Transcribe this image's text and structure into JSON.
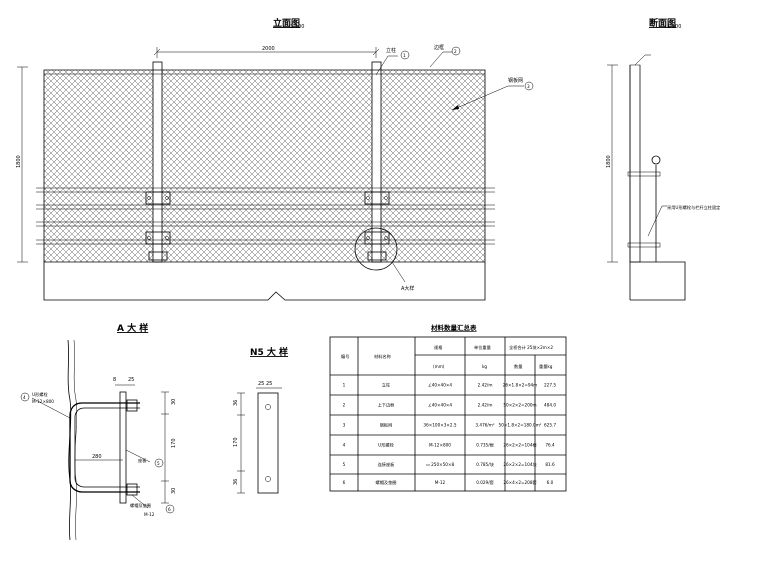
{
  "elevation": {
    "title": "立面图",
    "scale": "1:100",
    "dim_width": "2000",
    "dim_height": "1800",
    "callouts": [
      {
        "label": "立柱",
        "num": "1"
      },
      {
        "label": "边框",
        "num": "2"
      },
      {
        "label": "钢板网",
        "num": "3"
      }
    ],
    "detail_ref": "A大样"
  },
  "section": {
    "title": "断面图",
    "scale": "1:100",
    "dim_height": "1800",
    "note": "采用U形螺栓与栏杆立柱固定"
  },
  "detail_a": {
    "title": "A 大 样",
    "dims": {
      "d8": "8",
      "d25": "25",
      "d280": "280",
      "d30a": "30",
      "d170": "170",
      "d30b": "30"
    },
    "callout_bolt": {
      "num": "4",
      "label": "U形螺栓",
      "spec": "M-12×800"
    },
    "callout_plate": {
      "num": "5",
      "label": "座板"
    },
    "callout_nut": {
      "num": "6",
      "label": "螺帽及垫圈",
      "spec": "M-12"
    }
  },
  "detail_n5": {
    "title": "N5 大 样",
    "dims": {
      "top": "25 25",
      "d36a": "36",
      "d170": "170",
      "d36b": "36"
    }
  },
  "table": {
    "title": "材料数量汇总表",
    "headers": {
      "no": "编号",
      "name": "材料名称",
      "spec": "规格",
      "spec_unit": "(mm)",
      "unit_weight": "单位重量",
      "unit_weight_unit": "kg",
      "total": "全桥合计 25块×2m×2",
      "qty": "数量",
      "weight": "重量kg"
    },
    "rows": [
      {
        "no": "1",
        "name": "立柱",
        "spec": "∠40×40×4",
        "uw": "2.42/m",
        "qty": "26×1.8×2=94m",
        "w": "227.5"
      },
      {
        "no": "2",
        "name": "上下边框",
        "spec": "∠40×40×4",
        "uw": "2.42/m",
        "qty": "50×2×2=200m",
        "w": "484.0"
      },
      {
        "no": "3",
        "name": "钢板网",
        "spec": "36×100×3×2.5",
        "uw": "3.476/m²",
        "qty": "50×1.8×2=180.0m²",
        "w": "625.7"
      },
      {
        "no": "4",
        "name": "U形螺栓",
        "spec": "M-12×800",
        "uw": "0.735/根",
        "qty": "26×2×2=104根",
        "w": "76.4"
      },
      {
        "no": "5",
        "name": "连接座板",
        "spec": "▭ 250×50×8",
        "uw": "0.785/块",
        "qty": "26×2×2=104块",
        "w": "81.6"
      },
      {
        "no": "6",
        "name": "螺帽及垫圈",
        "spec": "M-12",
        "uw": "0.029/套",
        "qty": "26×4×2=208套",
        "w": "6.0"
      }
    ]
  }
}
